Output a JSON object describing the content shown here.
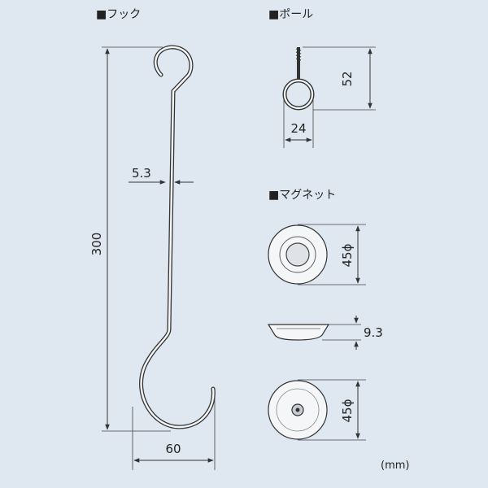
{
  "sections": {
    "hook": {
      "title": "■フック"
    },
    "pole": {
      "title": "■ポール"
    },
    "magnet": {
      "title": "■マグネット"
    }
  },
  "dimensions": {
    "hook_height": "300",
    "hook_wire": "5.3",
    "hook_width": "60",
    "pole_height": "52",
    "pole_width": "24",
    "magnet_diameter_top": "45ϕ",
    "magnet_thickness": "9.3",
    "magnet_diameter_bottom": "45ϕ"
  },
  "unit": "(mm)",
  "colors": {
    "background": "#dfe8f0",
    "line": "#333333",
    "part_fill": "#f4f6f8"
  }
}
